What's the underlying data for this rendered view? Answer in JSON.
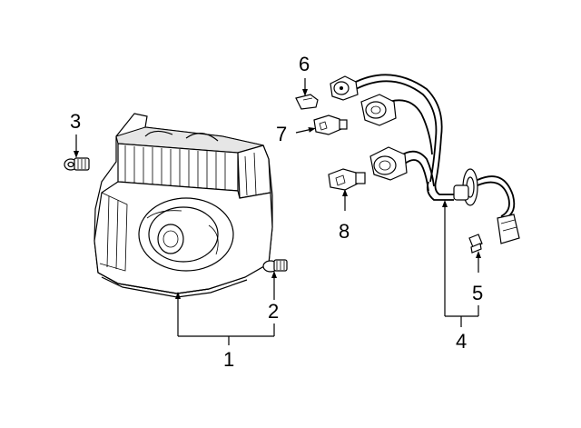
{
  "callouts": {
    "c1": "1",
    "c2": "2",
    "c3": "3",
    "c4": "4",
    "c5": "5",
    "c6": "6",
    "c7": "7",
    "c8": "8"
  },
  "colors": {
    "line": "#000000",
    "background": "#ffffff",
    "shade": "#e6e6e6"
  }
}
